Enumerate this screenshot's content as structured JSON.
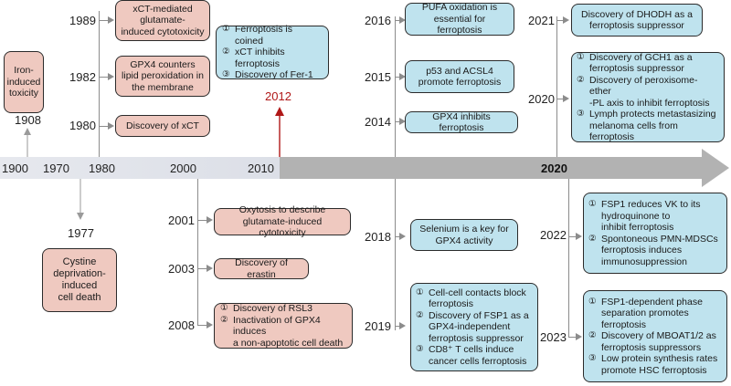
{
  "axis": {
    "ticks": [
      "1900",
      "1970",
      "1980",
      "2000",
      "2010",
      "2020"
    ],
    "highlight_color": "#b01818"
  },
  "top_left": {
    "iron_text": "Iron-\ninduced\ntoxicity",
    "iron_year": "1908",
    "y1989": "1989",
    "b1989": "xCT-mediated\nglutamate-\ninduced cytotoxicity",
    "y1982": "1982",
    "b1982": "GPX4 counters\nlipid peroxidation in\nthe membrane",
    "y1980": "1980",
    "b1980": "Discovery of xCT",
    "box2012": [
      "Ferroptosis is coined",
      "xCT inhibits ferroptosis",
      "Discovery of Fer-1"
    ],
    "y2012": "2012"
  },
  "bottom_left": {
    "y1977": "1977",
    "b1977": "Cystine\ndeprivation-\ninduced\ncell death",
    "y2001": "2001",
    "b2001": "Oxytosis to describe\nglutamate-induced cytotoxicity",
    "y2003": "2003",
    "b2003": "Discovery of erastin",
    "y2008": "2008",
    "b2008": [
      "Discovery of RSL3",
      "Inactivation of GPX4 induces\na non-apoptotic cell death"
    ]
  },
  "top_mid": {
    "y2016": "2016",
    "b2016": "PUFA oxidation is\nessential for ferroptosis",
    "y2015": "2015",
    "b2015": "p53 and ACSL4\npromote ferroptosis",
    "y2014": "2014",
    "b2014": "GPX4 inhibits ferroptosis"
  },
  "bottom_mid": {
    "y2018": "2018",
    "b2018": "Selenium is a key for\nGPX4 activity",
    "y2019": "2019",
    "b2019": [
      "Cell-cell contacts block\nferroptosis",
      "Discovery of FSP1 as a\nGPX4-independent\nferroptosis suppressor",
      "CD8⁺ T cells induce\ncancer cells ferroptosis"
    ]
  },
  "top_right": {
    "y2021": "2021",
    "b2021": "Discovery of DHODH as a\nferroptosis suppressor",
    "y2020": "2020",
    "b2020": [
      "Discovery of GCH1 as a\nferroptosis suppressor",
      "Discovery of peroxisome-ether\n-PL axis to inhibit ferroptosis",
      "Lymph protects metastasizing\nmelanoma cells from ferroptosis"
    ]
  },
  "bottom_right": {
    "y2022": "2022",
    "b2022": [
      "FSP1 reduces VK to its\nhydroquinone to\ninhibit ferroptosis",
      "Spontoneous PMN-MDSCs\nferroptosis induces\nimmunosuppression"
    ],
    "y2023": "2023",
    "b2023": [
      "FSP1-dependent phase\nseparation promotes\nferroptosis",
      "Discovery of MBOAT1/2 as\nferroptosis suppressors",
      "Low protein synthesis rates\npromote HSC ferroptosis"
    ]
  },
  "markers": [
    "①",
    "②",
    "③"
  ]
}
